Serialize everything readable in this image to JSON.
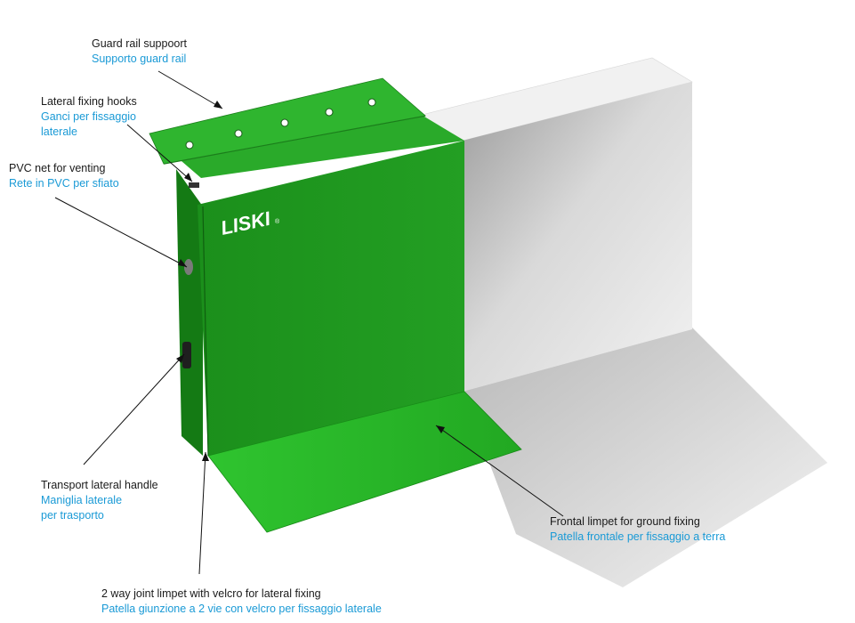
{
  "diagram": {
    "brand_logo": "LISKI",
    "brand_mark": "®",
    "colors": {
      "green_front": "#1f9a1f",
      "green_top": "#2eb42e",
      "green_side": "#147a14",
      "green_flap": "#28c028",
      "grey_face": "#c9c9c9",
      "grey_top": "#efefef",
      "shadow": "#cfcfcf",
      "label_en": "#1a1a1a",
      "label_it": "#1a9ad6"
    },
    "labels": [
      {
        "id": "guard-rail-support",
        "en": "Guard rail suppoort",
        "it": [
          "Supporto guard rail"
        ]
      },
      {
        "id": "lateral-fixing-hooks",
        "en": "Lateral fixing hooks",
        "it": [
          "Ganci per fissaggio",
          "laterale"
        ]
      },
      {
        "id": "pvc-net",
        "en": "PVC net for venting",
        "it": [
          "Rete in PVC per sfiato"
        ]
      },
      {
        "id": "transport-handle",
        "en": "Transport lateral handle",
        "it": [
          "Maniglia laterale",
          "per trasporto"
        ]
      },
      {
        "id": "frontal-limpet",
        "en": "Frontal limpet for ground fixing",
        "it": [
          "Patella frontale per fissaggio a terra"
        ]
      },
      {
        "id": "joint-limpet",
        "en": "2 way joint limpet with velcro for lateral fixing",
        "it": [
          "Patella giunzione  a 2 vie con velcro per fissaggio laterale"
        ]
      }
    ]
  }
}
